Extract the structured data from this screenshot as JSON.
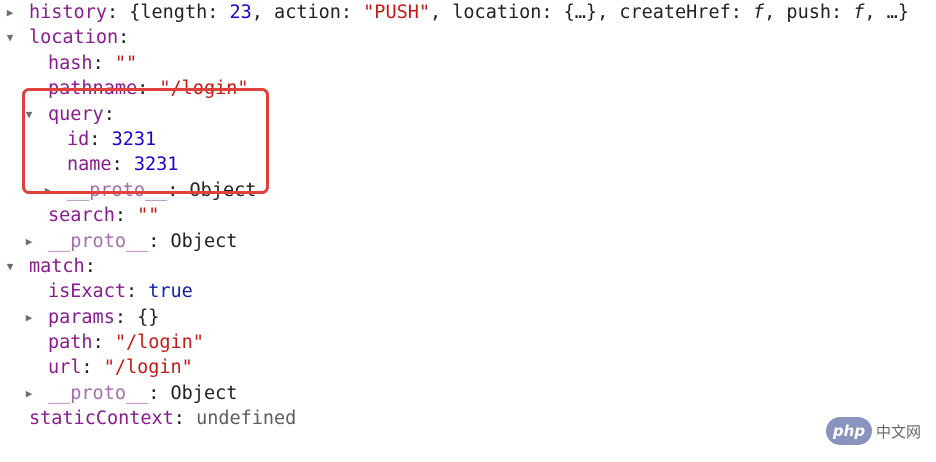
{
  "rows": [
    {
      "id": "history",
      "level": 0,
      "arrow": "right",
      "parts": [
        {
          "t": "history",
          "c": "k"
        },
        {
          "t": ": ",
          "c": "punct"
        },
        {
          "t": "{length: ",
          "c": "o"
        },
        {
          "t": "23",
          "c": "n"
        },
        {
          "t": ", action: ",
          "c": "o"
        },
        {
          "t": "\"PUSH\"",
          "c": "s"
        },
        {
          "t": ", location: {…}, createHref: ",
          "c": "o"
        },
        {
          "t": "f",
          "c": "f"
        },
        {
          "t": ", push: ",
          "c": "o"
        },
        {
          "t": "f",
          "c": "f"
        },
        {
          "t": ", …}",
          "c": "o"
        }
      ]
    },
    {
      "id": "location",
      "level": 0,
      "arrow": "down",
      "parts": [
        {
          "t": "location",
          "c": "k"
        },
        {
          "t": ":",
          "c": "punct"
        }
      ]
    },
    {
      "id": "location-hash",
      "level": 1,
      "arrow": "none",
      "parts": [
        {
          "t": "hash",
          "c": "k"
        },
        {
          "t": ": ",
          "c": "punct"
        },
        {
          "t": "\"\"",
          "c": "s"
        }
      ]
    },
    {
      "id": "location-pathname",
      "level": 1,
      "arrow": "none",
      "parts": [
        {
          "t": "pathname",
          "c": "k"
        },
        {
          "t": ": ",
          "c": "punct"
        },
        {
          "t": "\"/login\"",
          "c": "s"
        }
      ]
    },
    {
      "id": "location-query",
      "level": 1,
      "arrow": "down",
      "parts": [
        {
          "t": "query",
          "c": "k"
        },
        {
          "t": ":",
          "c": "punct"
        }
      ]
    },
    {
      "id": "query-id",
      "level": 2,
      "arrow": "none",
      "parts": [
        {
          "t": "id",
          "c": "k"
        },
        {
          "t": ": ",
          "c": "punct"
        },
        {
          "t": "3231",
          "c": "n"
        }
      ]
    },
    {
      "id": "query-name",
      "level": 2,
      "arrow": "none",
      "parts": [
        {
          "t": "name",
          "c": "k"
        },
        {
          "t": ": ",
          "c": "punct"
        },
        {
          "t": "3231",
          "c": "n"
        }
      ]
    },
    {
      "id": "query-proto",
      "level": 2,
      "arrow": "right",
      "parts": [
        {
          "t": "__proto__",
          "c": "k dim"
        },
        {
          "t": ": ",
          "c": "punct"
        },
        {
          "t": "Object",
          "c": "o"
        }
      ]
    },
    {
      "id": "location-search",
      "level": 1,
      "arrow": "none",
      "parts": [
        {
          "t": "search",
          "c": "k"
        },
        {
          "t": ": ",
          "c": "punct"
        },
        {
          "t": "\"\"",
          "c": "s"
        }
      ]
    },
    {
      "id": "location-proto",
      "level": 1,
      "arrow": "right",
      "parts": [
        {
          "t": "__proto__",
          "c": "k dim"
        },
        {
          "t": ": ",
          "c": "punct"
        },
        {
          "t": "Object",
          "c": "o"
        }
      ]
    },
    {
      "id": "match",
      "level": 0,
      "arrow": "down",
      "parts": [
        {
          "t": "match",
          "c": "k"
        },
        {
          "t": ":",
          "c": "punct"
        }
      ]
    },
    {
      "id": "match-isexact",
      "level": 1,
      "arrow": "none",
      "parts": [
        {
          "t": "isExact",
          "c": "k"
        },
        {
          "t": ": ",
          "c": "punct"
        },
        {
          "t": "true",
          "c": "b"
        }
      ]
    },
    {
      "id": "match-params",
      "level": 1,
      "arrow": "right",
      "parts": [
        {
          "t": "params",
          "c": "k"
        },
        {
          "t": ": ",
          "c": "punct"
        },
        {
          "t": "{}",
          "c": "o"
        }
      ]
    },
    {
      "id": "match-path",
      "level": 1,
      "arrow": "none",
      "parts": [
        {
          "t": "path",
          "c": "k"
        },
        {
          "t": ": ",
          "c": "punct"
        },
        {
          "t": "\"/login\"",
          "c": "s"
        }
      ]
    },
    {
      "id": "match-url",
      "level": 1,
      "arrow": "none",
      "parts": [
        {
          "t": "url",
          "c": "k"
        },
        {
          "t": ": ",
          "c": "punct"
        },
        {
          "t": "\"/login\"",
          "c": "s"
        }
      ]
    },
    {
      "id": "match-proto",
      "level": 1,
      "arrow": "right",
      "parts": [
        {
          "t": "__proto__",
          "c": "k dim"
        },
        {
          "t": ": ",
          "c": "punct"
        },
        {
          "t": "Object",
          "c": "o"
        }
      ]
    },
    {
      "id": "staticcontext",
      "level": 0,
      "arrow": "none",
      "parts": [
        {
          "t": "staticContext",
          "c": "k"
        },
        {
          "t": ": ",
          "c": "punct"
        },
        {
          "t": "undefined",
          "c": "u"
        }
      ]
    }
  ],
  "watermark": {
    "logo": "php",
    "site": "中文网"
  },
  "colors": {
    "key": "#891b8f",
    "string": "#c41a16",
    "number": "#1c00cf",
    "highlight": "#e0413a"
  }
}
